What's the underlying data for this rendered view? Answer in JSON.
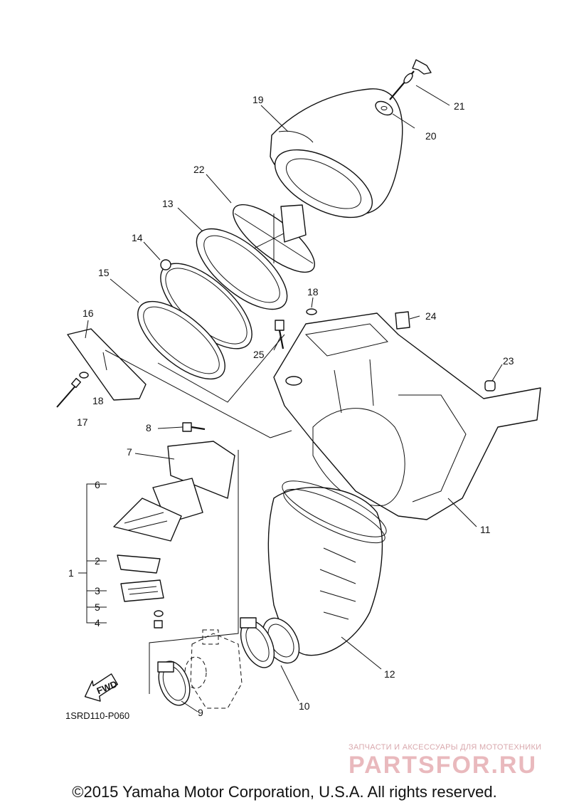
{
  "diagram": {
    "callouts": [
      "1",
      "2",
      "3",
      "4",
      "5",
      "6",
      "7",
      "8",
      "9",
      "10",
      "11",
      "12",
      "13",
      "14",
      "15",
      "16",
      "17",
      "18",
      "19",
      "20",
      "21",
      "22",
      "23",
      "24",
      "25"
    ],
    "callout_18_second": "18",
    "fwd_label": "FWD",
    "diagram_code": "1SRD110-P060"
  },
  "footer": {
    "copyright": "©2015 Yamaha Motor Corporation, U.S.A. All rights reserved."
  },
  "watermark": {
    "tagline": "ЗАПЧАСТИ И АКСЕССУАРЫ ДЛЯ МОТОТЕХНИКИ",
    "brand": "PARTSFOR.RU"
  }
}
